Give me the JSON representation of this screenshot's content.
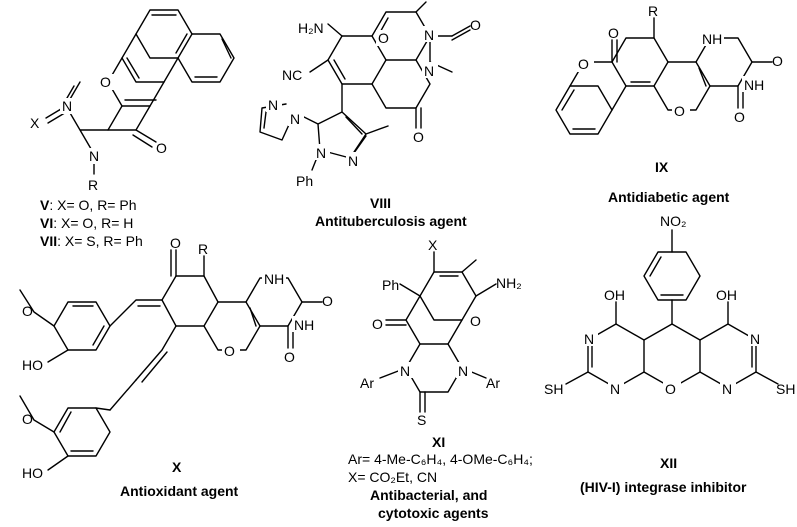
{
  "compounds": [
    {
      "id": "V-VII",
      "atoms": {
        "o": "O",
        "n1": "N",
        "n2": "N",
        "x": "X",
        "o_carbonyl": "O",
        "r": "R"
      },
      "variants": [
        {
          "numeral": "V",
          "text": ": X= O, R= Ph"
        },
        {
          "numeral": "VI",
          "text": ": X= O, R= H"
        },
        {
          "numeral": "VII",
          "text": ": X= S, R= Ph"
        }
      ]
    },
    {
      "id": "VIII",
      "atoms": {
        "h2n": "H₂N",
        "nc": "NC",
        "o_ring": "O",
        "n1": "N",
        "n2": "N",
        "o1": "O",
        "o2": "O",
        "imid_n1": "N",
        "imid_n2": "N",
        "pyr_n1": "N",
        "pyr_n2": "N",
        "ph": "Ph"
      },
      "numeral": "VIII",
      "activity": "Antituberculosis agent"
    },
    {
      "id": "IX",
      "atoms": {
        "o_lactone": "O",
        "o_ring1": "O",
        "o_ring2": "O",
        "r": "R",
        "nh1": "NH",
        "nh2": "NH",
        "o1": "O",
        "o2": "O"
      },
      "numeral": "IX",
      "activity": "Antidiabetic agent"
    },
    {
      "id": "X",
      "atoms": {
        "o_ketone": "O",
        "r": "R",
        "nh1": "NH",
        "nh2": "NH",
        "o1": "O",
        "o2": "O",
        "o_ring": "O",
        "ho1": "HO",
        "ho2": "HO",
        "ome1": "O",
        "ome2": "O"
      },
      "numeral": "X",
      "activity": "Antioxidant agent"
    },
    {
      "id": "XI",
      "atoms": {
        "x": "X",
        "ph": "Ph",
        "nh2": "NH₂",
        "o_carbonyl": "O",
        "o_ring": "O",
        "n1": "N",
        "n2": "N",
        "ar1": "Ar",
        "ar2": "Ar",
        "s": "S"
      },
      "numeral": "XI",
      "definition_line1": "Ar= 4-Me-C₆H₄, 4-OMe-C₆H₄;",
      "definition_line2": "X= CO₂Et, CN",
      "activity_line1": "Antibacterial, and",
      "activity_line2": "cytotoxic agents"
    },
    {
      "id": "XII",
      "atoms": {
        "no2": "NO₂",
        "oh1": "OH",
        "oh2": "OH",
        "n1": "N",
        "n2": "N",
        "n3": "N",
        "n4": "N",
        "o_ring": "O",
        "sh1": "SH",
        "sh2": "SH"
      },
      "numeral": "XII",
      "activity": "(HIV-I) integrase inhibitor"
    }
  ]
}
